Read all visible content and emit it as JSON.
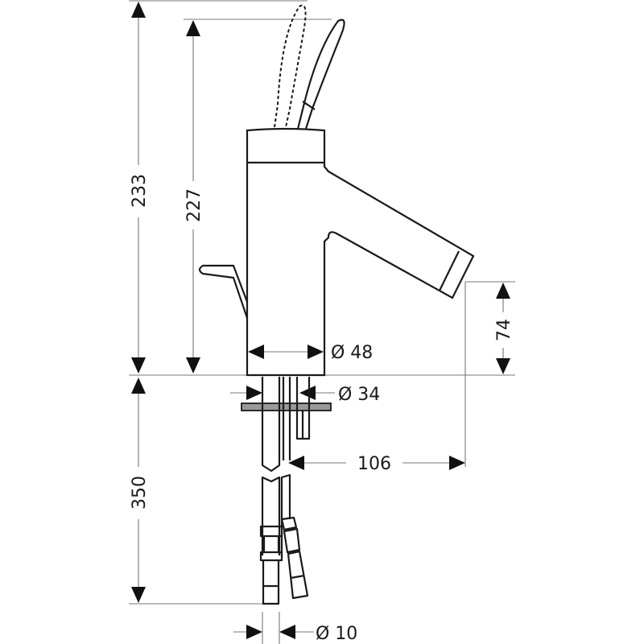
{
  "title": "Faucet technical drawing",
  "dimensions": {
    "total_height": "233",
    "lever_height": "227",
    "spout_height": "74",
    "body_diameter": "Ø 48",
    "thread_diameter": "Ø 34",
    "spout_reach": "106",
    "hose_length": "350",
    "hose_diameter": "Ø 10"
  },
  "colors": {
    "line": "#1a1a1a",
    "dim_line": "#777777"
  }
}
